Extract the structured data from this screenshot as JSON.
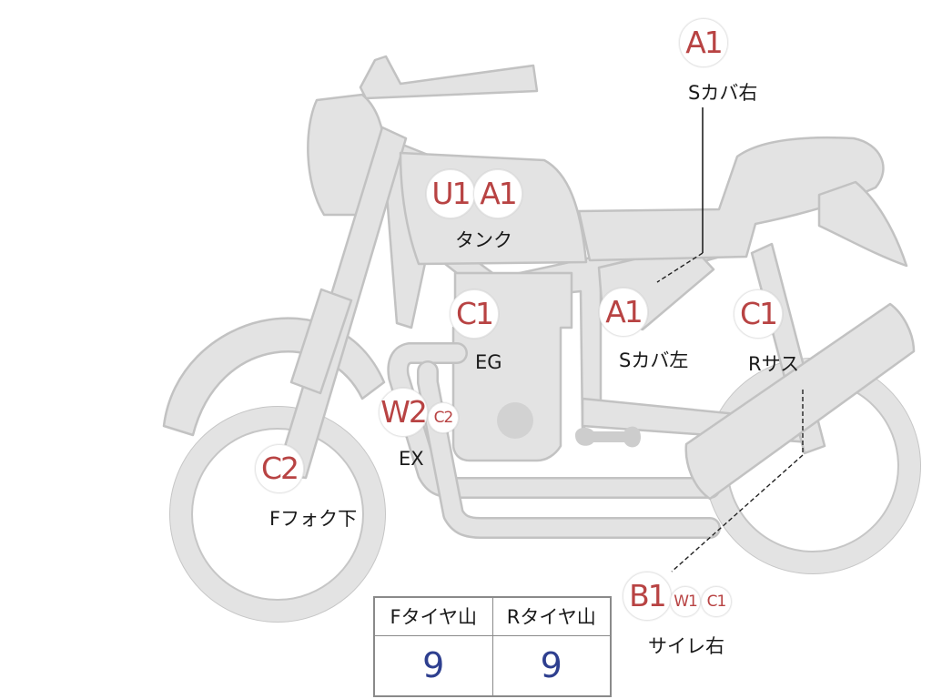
{
  "badges": {
    "side_cover_right_grade": "A1",
    "tank_grade_1": "U1",
    "tank_grade_2": "A1",
    "engine_grade": "C1",
    "side_cover_left_grade": "A1",
    "rear_suspension_grade": "C1",
    "exhaust_grade_1": "W2",
    "exhaust_grade_2": "C2",
    "front_fork_grade": "C2",
    "muffler_grade_1": "B1",
    "muffler_grade_2": "W1",
    "muffler_grade_3": "C1"
  },
  "labels": {
    "side_cover_right": "Sカバ右",
    "tank": "タンク",
    "engine": "EG",
    "side_cover_left": "Sカバ左",
    "rear_suspension": "Rサス",
    "exhaust": "EX",
    "front_fork": "Fフォク下",
    "muffler": "サイレ右"
  },
  "tire_table": {
    "headers": [
      "Fタイヤ山",
      "Rタイヤ山"
    ],
    "values": [
      "9",
      "9"
    ]
  }
}
